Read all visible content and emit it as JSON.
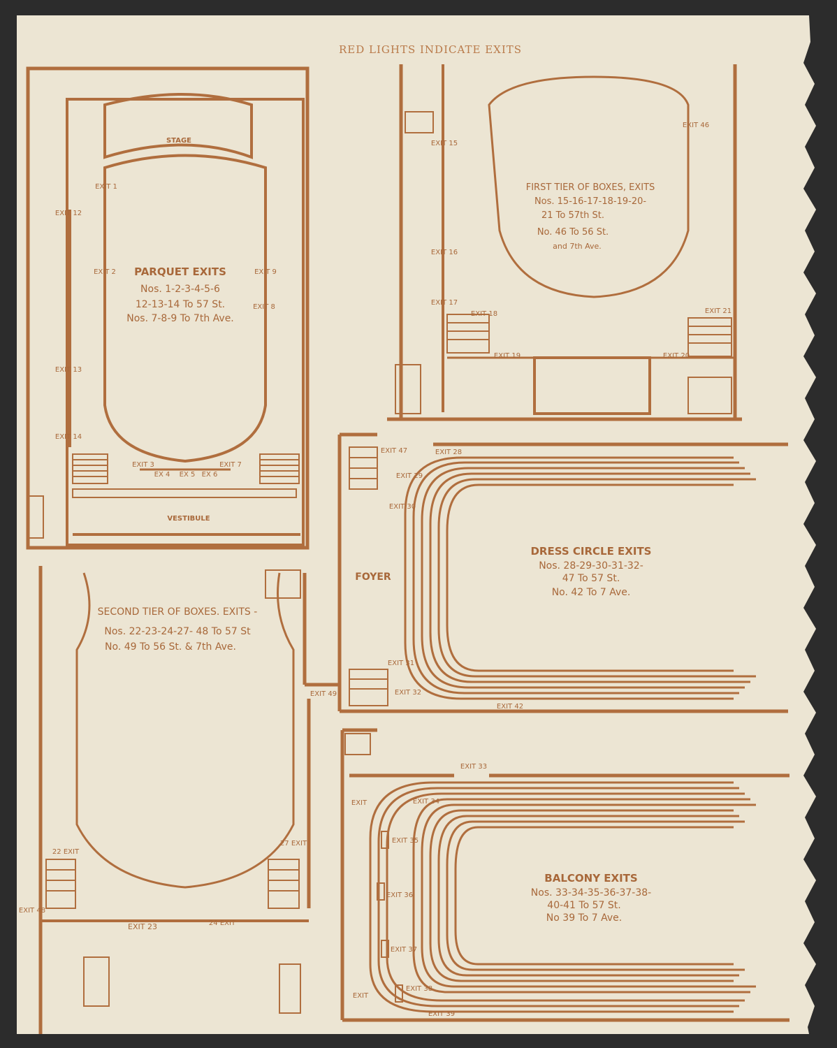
{
  "header": "RED LIGHTS INDICATE EXITS",
  "colors": {
    "paper": "#ece5d3",
    "ink": "#b06e3e",
    "background": "#2c2c2c"
  },
  "parquet": {
    "stage": "STAGE",
    "vestibule": "VESTIBULE",
    "title": "PARQUET EXITS",
    "line1": "Nos. 1-2-3-4-5-6",
    "line2": "12-13-14 To 57 St.",
    "line3": "Nos. 7-8-9 To 7th Ave.",
    "exits": [
      "EXIT 1",
      "EXIT 2",
      "EXIT 3",
      "EX 4",
      "EX 5",
      "EX 6",
      "EXIT 7",
      "EXIT 8",
      "EXIT 9",
      "EXIT 12",
      "EXIT 13",
      "EXIT 14"
    ]
  },
  "first_tier": {
    "title": "FIRST TIER OF BOXES, EXITS",
    "line1": "Nos. 15-16-17-18-19-20-",
    "line2": "21 To 57th St.",
    "line3": "No. 46 To 56 St.",
    "line4": "and 7th Ave.",
    "exits": [
      "EXIT 15",
      "EXIT 16",
      "EXIT 17",
      "EXIT 18",
      "EXIT 19",
      "EXIT 20",
      "EXIT 21",
      "EXIT 46"
    ]
  },
  "dress_circle": {
    "foyer": "FOYER",
    "title": "DRESS CIRCLE EXITS",
    "line1": "Nos. 28-29-30-31-32-",
    "line2": "47 To 57 St.",
    "line3": "No. 42 To 7 Ave.",
    "exits": [
      "EXIT 47",
      "EXIT 28",
      "EXIT 29",
      "EXIT 30",
      "EXIT 31",
      "EXIT 32",
      "EXIT 42"
    ]
  },
  "second_tier": {
    "title": "SECOND TIER OF BOXES. EXITS -",
    "line1": "Nos. 22-23-24-27- 48 To 57 St",
    "line2": "No. 49 To 56 St. & 7th Ave.",
    "exits": [
      "EXIT 49",
      "22 EXIT",
      "27 EXIT",
      "EXIT 48",
      "EXIT 23",
      "24 EXIT"
    ]
  },
  "balcony": {
    "title": "BALCONY EXITS",
    "line1": "Nos. 33-34-35-36-37-38-",
    "line2": "40-41 To 57 St.",
    "line3": "No 39 To 7 Ave.",
    "exits": [
      "EXIT 33",
      "EXIT",
      "EXIT 34",
      "EXIT 35",
      "EXIT 36",
      "EXIT 37",
      "EXIT",
      "EXIT 38",
      "EXIT 39"
    ]
  }
}
